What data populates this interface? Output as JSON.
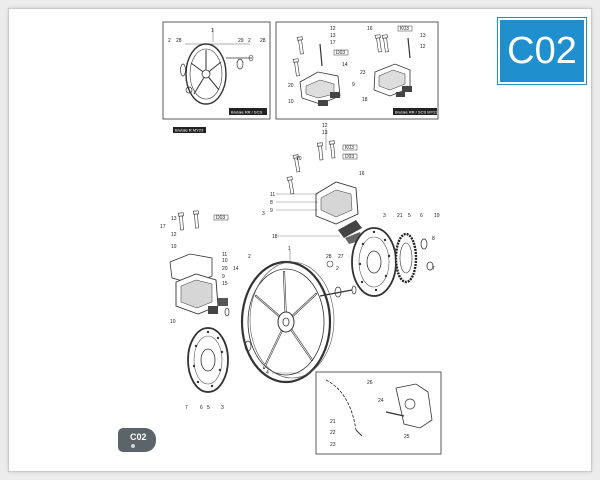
{
  "page": {
    "section_code": "C02",
    "footer_code": "C02"
  },
  "insets": {
    "left_label": "Brutale RR / SCS",
    "right_label": "Brutale RR / SCS MY23",
    "main_label": "Brutale R MY23"
  },
  "tags": {
    "k03": "K03",
    "d03": "D03"
  },
  "callouts": {
    "n1": "1",
    "n2": "2",
    "n3": "3",
    "n4": "4",
    "n5": "5",
    "n6": "6",
    "n7": "7",
    "n8": "8",
    "n9": "9",
    "n10": "10",
    "n11": "11",
    "n12": "12",
    "n13": "13",
    "n14": "14",
    "n15": "15",
    "n16": "16",
    "n17": "17",
    "n18": "18",
    "n19": "19",
    "n20": "20",
    "n21": "21",
    "n22": "22",
    "n23": "23",
    "n24": "24",
    "n25": "25",
    "n26": "26",
    "n27": "27",
    "n28": "28",
    "n29": "29"
  }
}
